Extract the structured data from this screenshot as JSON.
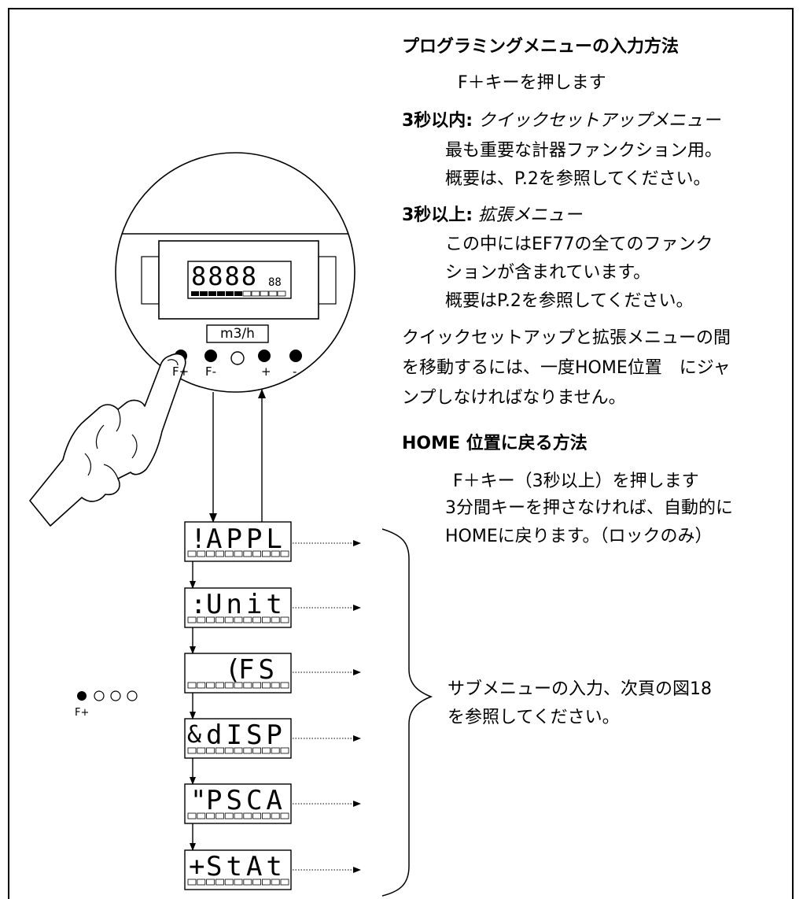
{
  "headings": {
    "programming_entry": "プログラミングメニューの入力方法",
    "return_home": "HOME 位置に戻る方法"
  },
  "programming": {
    "press_fkey": "F＋キーを押します",
    "within_3s_label": "3秒以内:",
    "within_3s_menu": "クイックセットアップメニュー",
    "within_3s_line1": "最も重要な計器ファンクション用。",
    "within_3s_line2": "概要は、P.2を参照してください。",
    "over_3s_label": "3秒以上:",
    "over_3s_menu": "拡張メニュー",
    "over_3s_line1": "この中にはEF77の全てのファンク",
    "over_3s_line2": "ションが含まれています。",
    "over_3s_line3": "概要はP.2を参照してください。",
    "switch_line1": "クイックセットアップと拡張メニューの間",
    "switch_line2": "を移動するには、一度HOME位置　にジャ",
    "switch_line3": "ンプしなければなりません。"
  },
  "home": {
    "line1": "F＋キー（3秒以上）を押します",
    "line2": "3分間キーを押さなければ、自動的に",
    "line3": "HOMEに戻ります。（ロックのみ）"
  },
  "submenu_note": {
    "line1": "サブメニューの入力、次頁の図18",
    "line2": "を参照してください。"
  },
  "device": {
    "display_digits": "8888",
    "display_small": "88",
    "unit": "m3/h",
    "keys": [
      "F+",
      "F-",
      "",
      "+",
      "-"
    ]
  },
  "menu_items": [
    {
      "prefix": "!",
      "code": "APPL"
    },
    {
      "prefix": ":",
      "code": "Unit"
    },
    {
      "prefix": "(",
      "code": "FS"
    },
    {
      "prefix": "&",
      "code": "dISP"
    },
    {
      "prefix": "\"",
      "code": "PSCA"
    },
    {
      "prefix": "+",
      "code": "StAt"
    }
  ],
  "key_indicator": {
    "label": "F+",
    "states": [
      "filled",
      "empty",
      "empty",
      "empty"
    ]
  }
}
